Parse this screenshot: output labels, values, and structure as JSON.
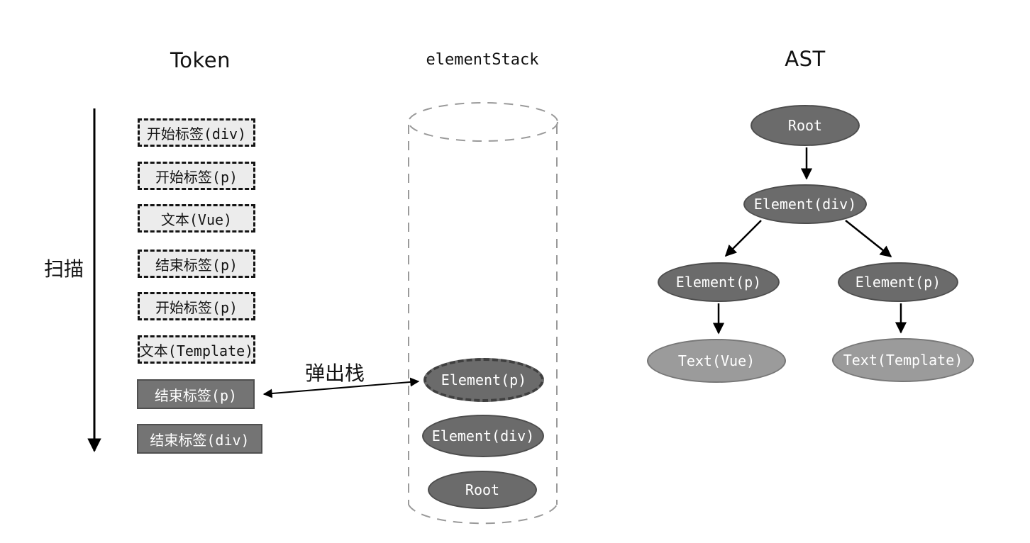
{
  "titles": {
    "token": "Token",
    "element_stack": "elementStack",
    "ast": "AST"
  },
  "labels": {
    "scan": "扫描",
    "pop_stack": "弹出栈"
  },
  "tokens": [
    {
      "label": "开始标签(div)",
      "state": "pending"
    },
    {
      "label": "开始标签(p)",
      "state": "pending"
    },
    {
      "label": "文本(Vue)",
      "state": "pending"
    },
    {
      "label": "结束标签(p)",
      "state": "pending"
    },
    {
      "label": "开始标签(p)",
      "state": "pending"
    },
    {
      "label": "文本(Template)",
      "state": "pending"
    },
    {
      "label": "结束标签(p)",
      "state": "processed"
    },
    {
      "label": "结束标签(div)",
      "state": "processed"
    }
  ],
  "stack": {
    "items": [
      {
        "label": "Element(p)",
        "state": "popping"
      },
      {
        "label": "Element(div)",
        "state": "in-stack"
      },
      {
        "label": "Root",
        "state": "in-stack"
      }
    ]
  },
  "ast": {
    "root": "Root",
    "element_div": "Element(div)",
    "element_p_left": "Element(p)",
    "element_p_right": "Element(p)",
    "text_vue": "Text(Vue)",
    "text_template": "Text(Template)"
  },
  "colors": {
    "node_dark_fill": "#6b6b6b",
    "node_light_fill": "#9b9b9b",
    "token_pending_bg": "#ececec",
    "token_processed_bg": "#747474",
    "cylinder_dash": "#9a9a9a",
    "arrow": "#000000"
  }
}
